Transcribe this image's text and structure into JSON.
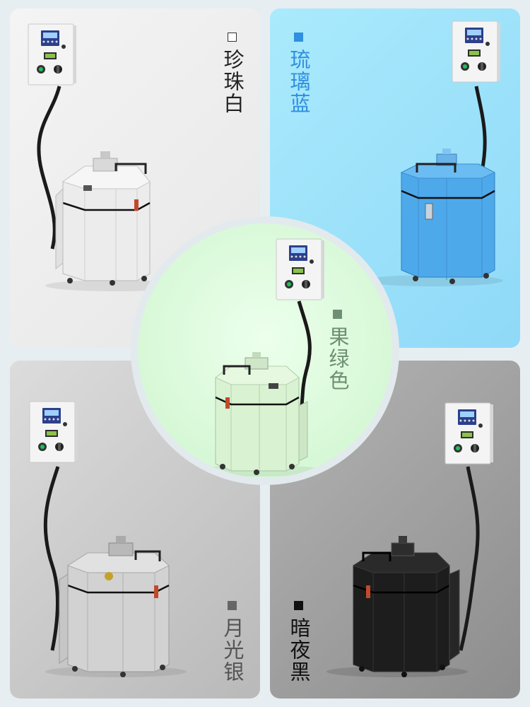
{
  "variants": [
    {
      "name": "珍珠白",
      "swatch_color": "#ffffff",
      "body_color": "#ececec",
      "text_color": "#222222"
    },
    {
      "name": "琉璃蓝",
      "swatch_color": "#2f8fe0",
      "body_color": "#4ea9ea",
      "text_color": "#2f8fe0"
    },
    {
      "name": "果绿色",
      "swatch_color": "#6f8f74",
      "body_color": "#d9f3d2",
      "text_color": "#6f8f74"
    },
    {
      "name": "月光银",
      "swatch_color": "#666666",
      "body_color": "#d0d0d0",
      "text_color": "#555555"
    },
    {
      "name": "暗夜黑",
      "swatch_color": "#111111",
      "body_color": "#1d1d1d",
      "text_color": "#111111"
    }
  ]
}
